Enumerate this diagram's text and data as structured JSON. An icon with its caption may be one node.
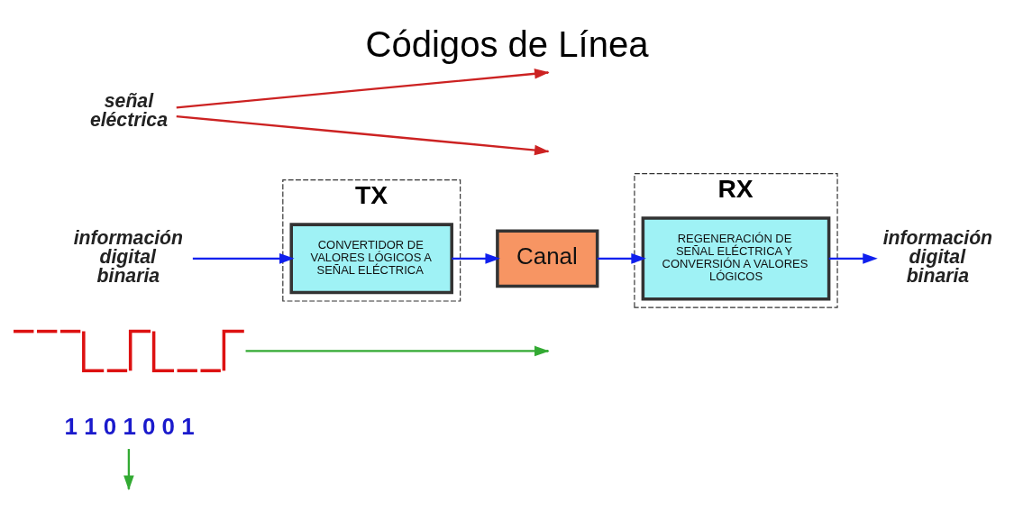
{
  "diagram": {
    "title": "Códigos de Línea",
    "nodes": [
      {
        "text": [
          "1 1 0 1 0 0 1"
        ]
      },
      {
        "text": [],
        "shape": "picture"
      },
      {
        "text": [
          "información digital binaria"
        ]
      },
      {
        "text": [
          "TX"
        ]
      },
      {
        "text": [
          "CONVERTIDOR DE VALORES LÓGICOS A SEÑAL ELÉCTRICA"
        ],
        "in": 3
      },
      {
        "text": [
          "Canal"
        ]
      },
      {
        "text": [
          "RX"
        ]
      },
      {
        "text": [
          "REGENERACIÓN DE SEÑAL ELÉCTRICA Y CONVERSIÓN A VALORES LÓGICOS"
        ],
        "in": 6
      },
      {
        "text": [
          "información digital binaria"
        ]
      },
      {
        "text": [
          "señal eléctrica"
        ]
      }
    ],
    "edges": [
      {
        "from": 2,
        "to": 4,
        "arrow": "to"
      },
      {
        "from": 4,
        "to": 5,
        "arrow": "to"
      },
      {
        "from": 5,
        "to": 7,
        "arrow": "to"
      },
      {
        "from": 7,
        "to": 8,
        "arrow": "to"
      },
      {
        "from": 0,
        "to": null,
        "arrow": "to",
        "color": "#33aa33"
      },
      {
        "from": 1,
        "to": null,
        "arrow": "to",
        "color": "#33aa33"
      },
      {
        "from": 9,
        "to": null,
        "arrow": "to",
        "color": "#cc2222"
      },
      {
        "from": 9,
        "to": null,
        "arrow": "to",
        "color": "#cc2222"
      }
    ]
  }
}
